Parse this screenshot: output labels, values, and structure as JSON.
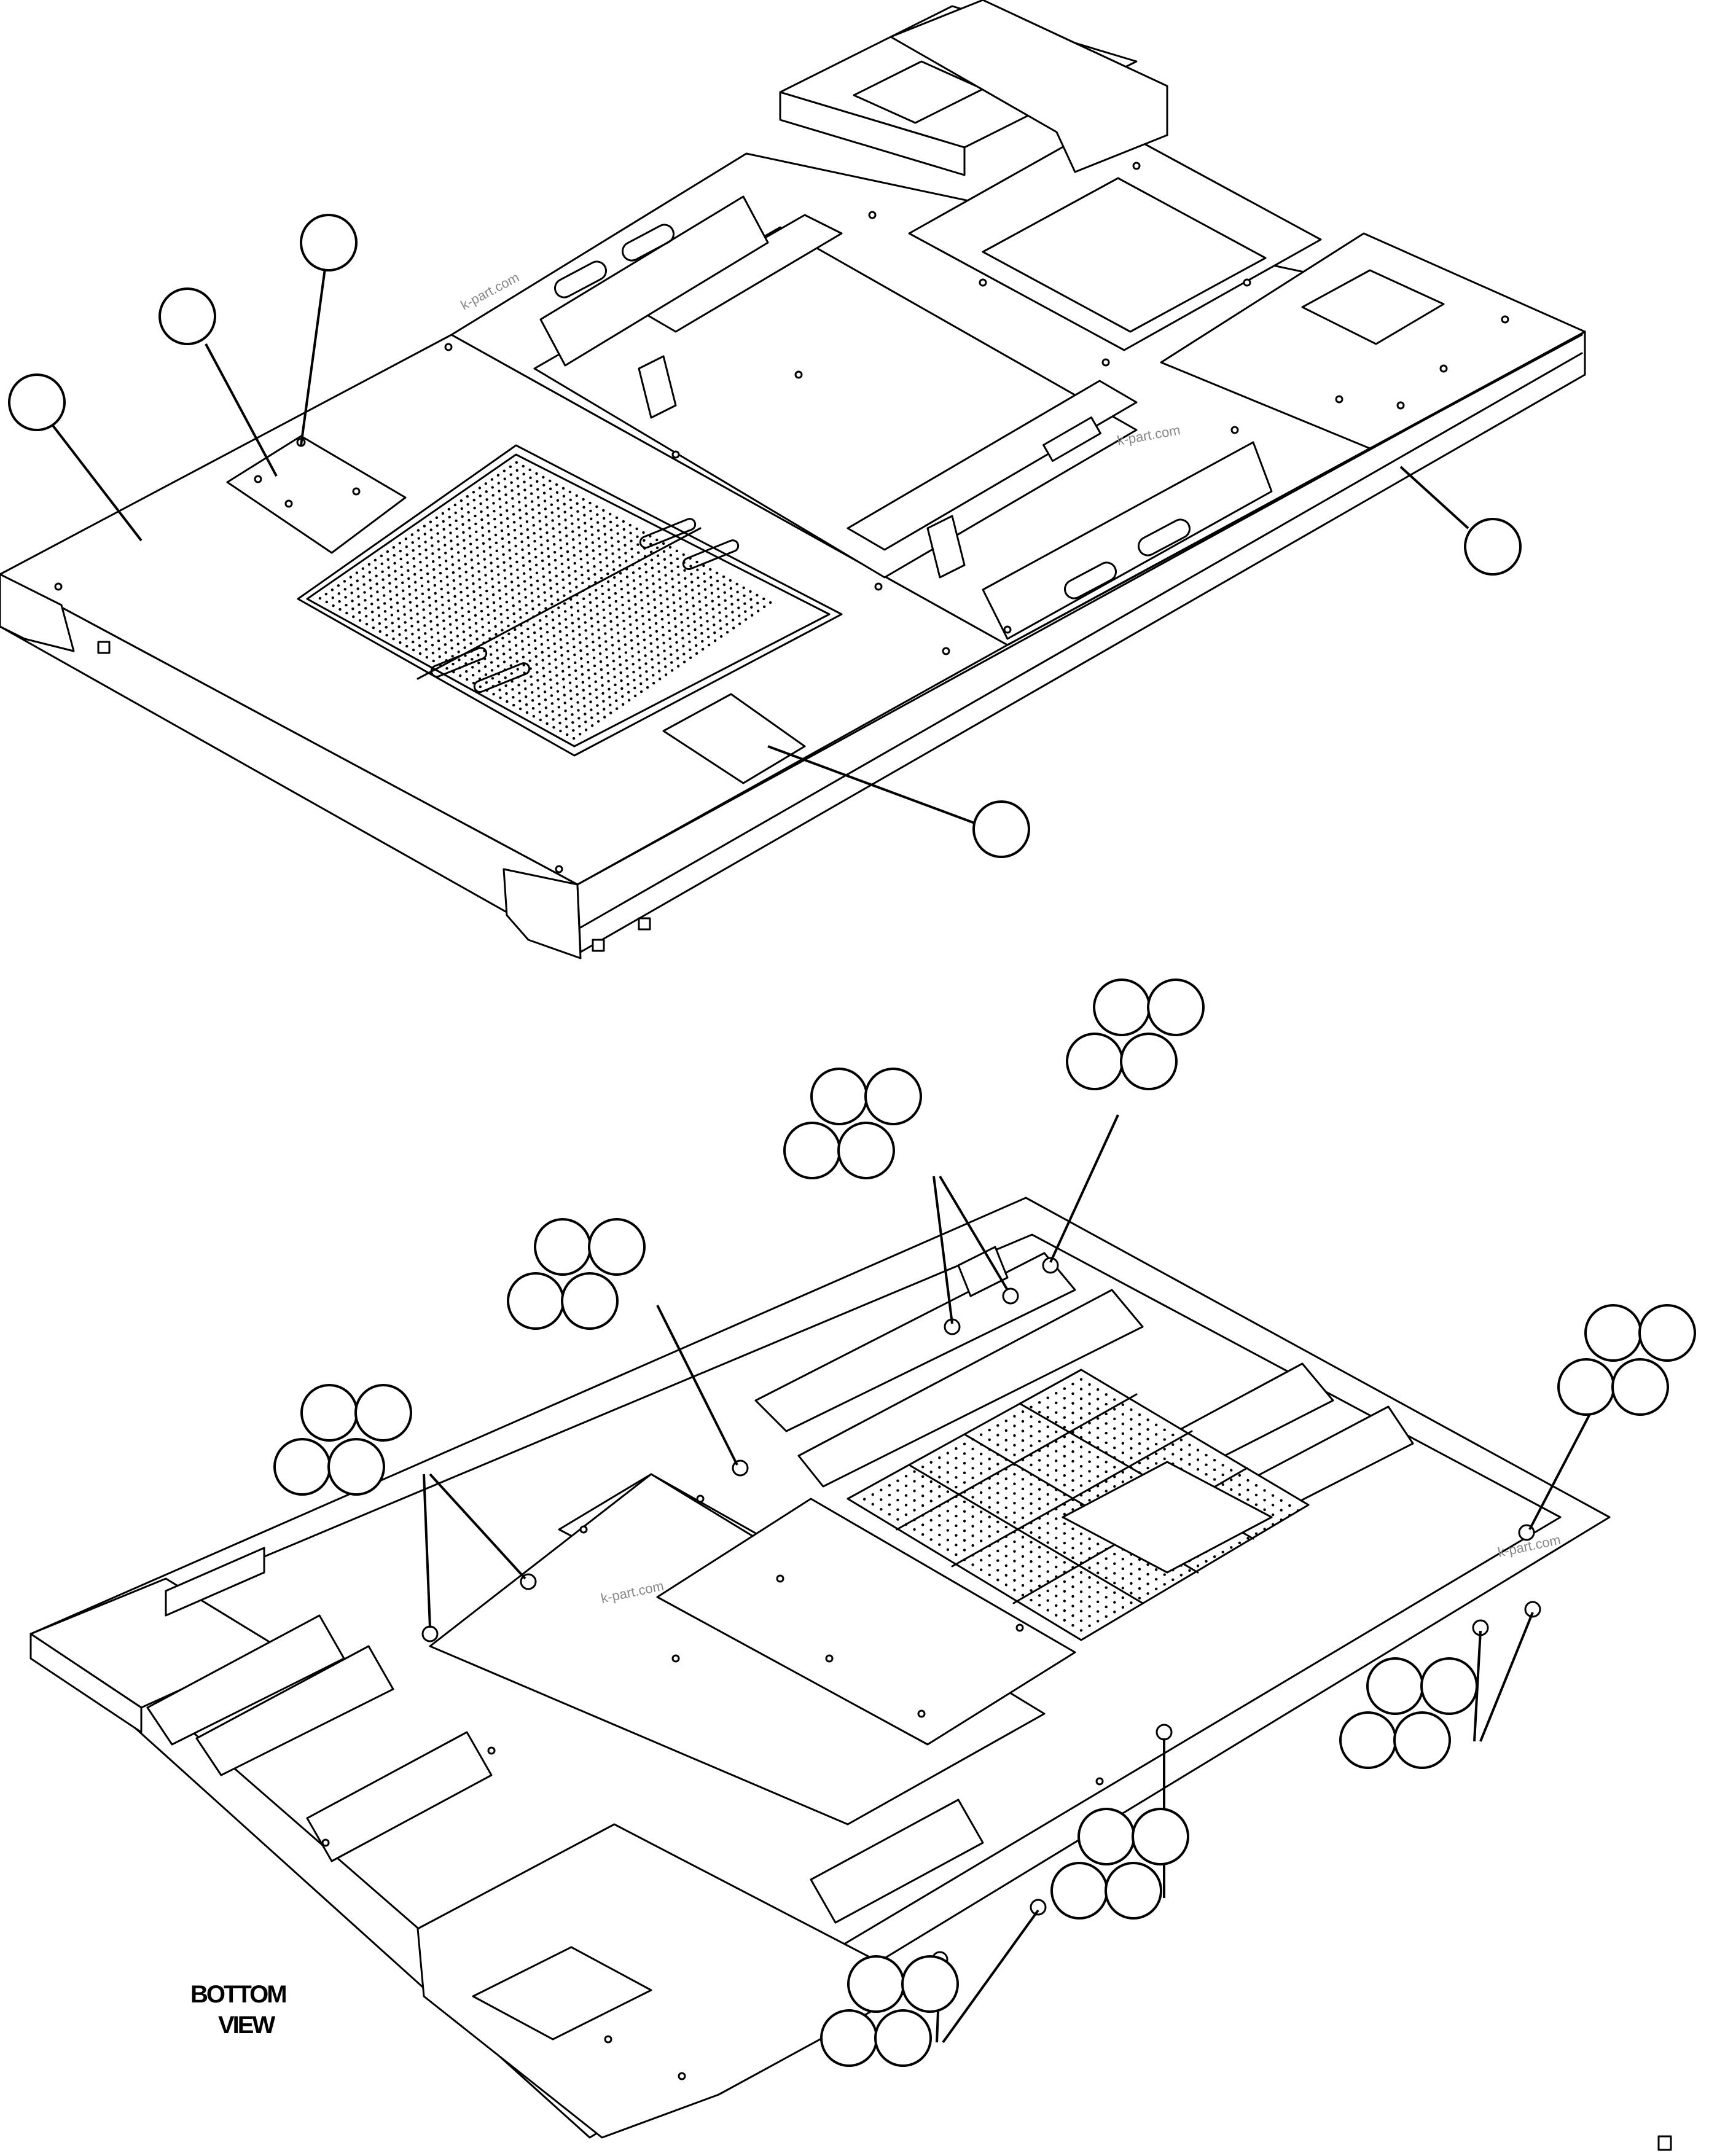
{
  "watermark": {
    "text": "k-part.com"
  },
  "caption": {
    "line1": "BOTTOM",
    "line2": "VIEW"
  },
  "colors": {
    "ink": "#000000",
    "paper": "#ffffff",
    "watermark": "#888888"
  }
}
